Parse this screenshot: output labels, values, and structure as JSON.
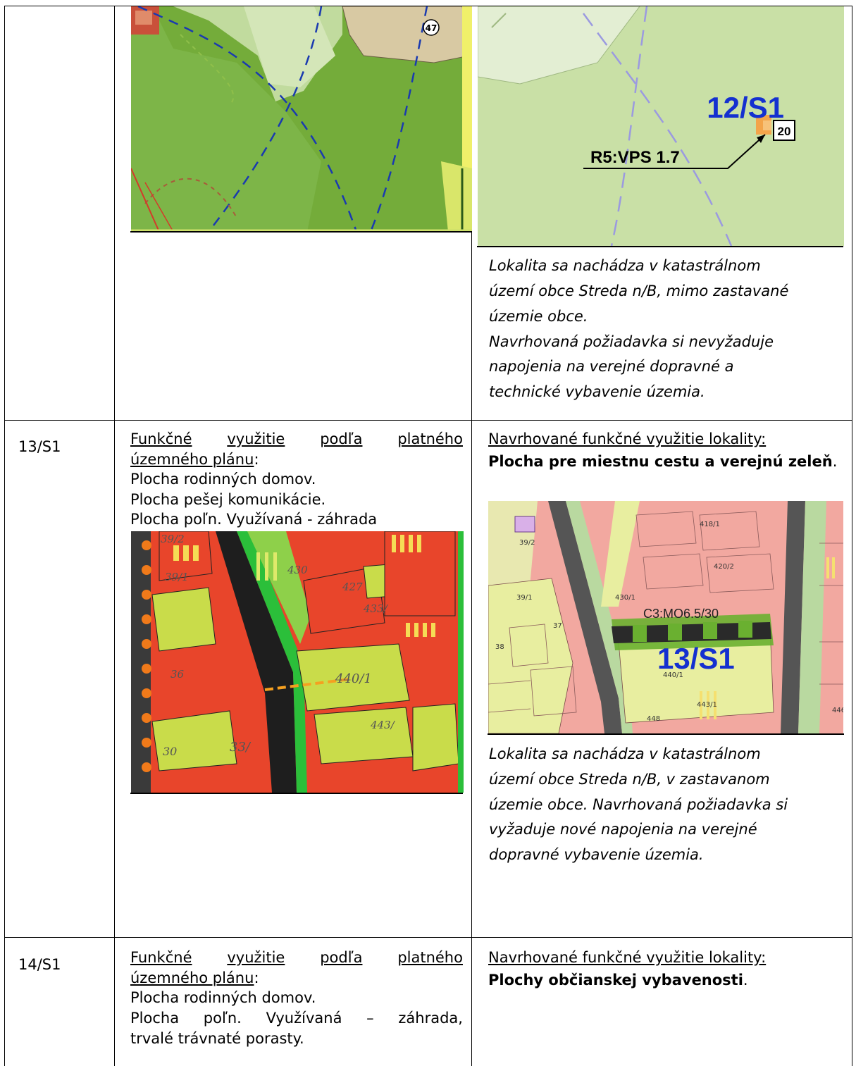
{
  "rows": [
    {
      "id": "",
      "right_note": [
        "Lokalita sa nachádza v katastrálnom",
        "území obce Streda n/B, mimo zastavané",
        "územie obce.",
        "Navrhovaná požiadavka si nevyžaduje",
        "napojenia na verejné dopravné a",
        "technické vybavenie územia."
      ],
      "map_labels": {
        "left_circle": "47",
        "right_big": "12/S1",
        "right_box": "20",
        "right_vps": "R5:VPS 1.7"
      }
    },
    {
      "id": "13/S1",
      "left_heading_words": [
        "Funkčné",
        "využitie",
        "podľa",
        "platného"
      ],
      "left_heading_line2": "územného plánu",
      "left_heading_colon": ":",
      "left_lines": [
        "Plocha rodinných domov.",
        "Plocha pešej komunikácie.",
        "Plocha poľn. Využívaná - záhrada"
      ],
      "right_heading": "Navrhované funkčné využitie lokality:",
      "right_bold": "Plocha pre miestnu cestu a verejnú zeleň",
      "right_bold_dot": ".",
      "right_note": [
        "Lokalita sa nachádza v katastrálnom",
        "území obce Streda n/B, v zastavanom",
        "územie obce. Navrhovaná požiadavka si",
        "vyžaduje nové napojenia na verejné",
        "dopravné vybavenie územia."
      ],
      "left_map_labels": [
        "39/2",
        "39/1",
        "430",
        "427",
        "433/",
        "440/1",
        "443/",
        "33/",
        "30",
        "36"
      ],
      "right_map_labels": [
        "C3:MO6.5/30",
        "13/S1",
        "418/1",
        "420/2",
        "39/2",
        "39/1",
        "430/1",
        "37",
        "38",
        "440/1",
        "443/1",
        "448",
        "446"
      ]
    },
    {
      "id": "14/S1",
      "left_heading_words": [
        "Funkčné",
        "využitie",
        "podľa",
        "platného"
      ],
      "left_heading_line2": "územného plánu",
      "left_heading_colon": ":",
      "left_line1": "Plocha rodinných domov.",
      "left_line2_words": [
        "Plocha",
        "poľn.",
        "Využívaná",
        "–",
        "záhrada,"
      ],
      "left_line3": "trvalé trávnaté porasty.",
      "right_heading": "Navrhované funkčné využitie lokality:",
      "right_bold": "Plochy občianskej vybavenosti",
      "right_bold_dot": "."
    }
  ]
}
